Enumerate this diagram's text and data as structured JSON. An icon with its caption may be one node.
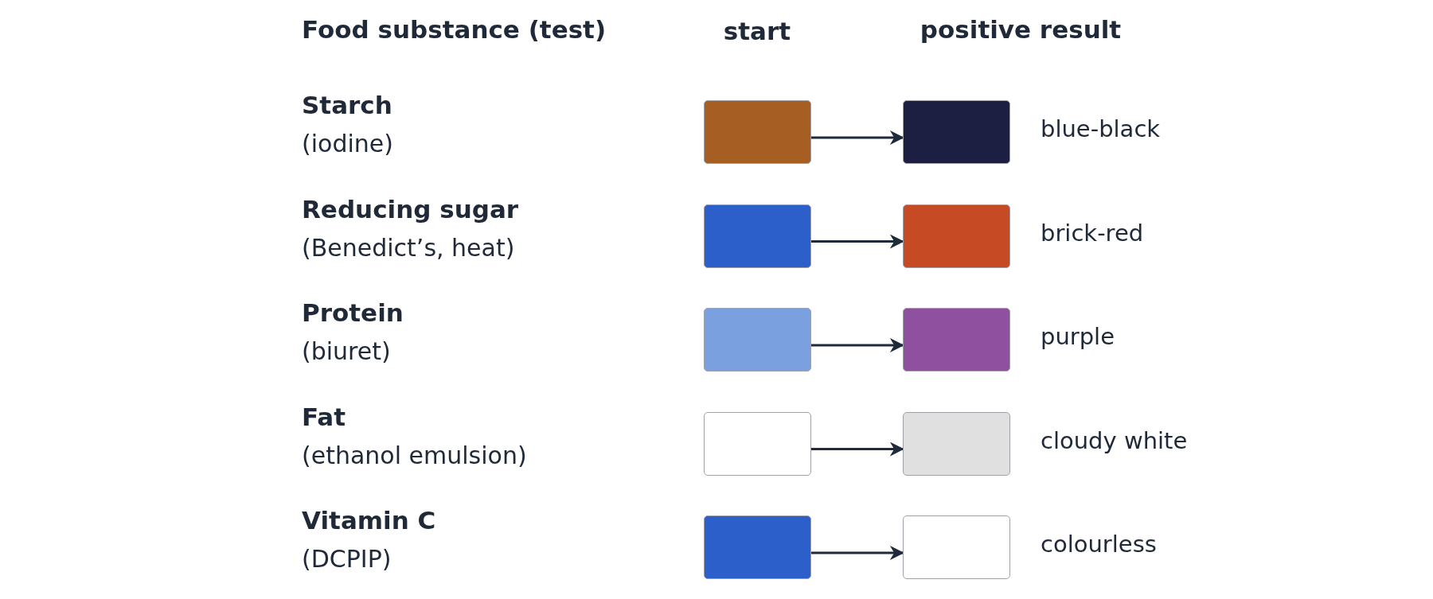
{
  "diagram": {
    "nodes": [
      {
        "text": [],
        "shape": "box"
      },
      {
        "text": [],
        "shape": "box",
        "beside": [
          "blue-black"
        ]
      },
      {
        "text": [],
        "shape": "box"
      },
      {
        "text": [],
        "shape": "box",
        "beside": [
          "brick-red"
        ]
      },
      {
        "text": [],
        "shape": "box"
      },
      {
        "text": [],
        "shape": "box",
        "beside": [
          "purple"
        ]
      },
      {
        "text": [],
        "shape": "box"
      },
      {
        "text": [],
        "shape": "box",
        "beside": [
          "cloudy white"
        ]
      },
      {
        "text": [],
        "shape": "box"
      },
      {
        "text": [],
        "shape": "box",
        "beside": [
          "colourless"
        ]
      }
    ],
    "edges": [
      {
        "from": 0,
        "to": 1,
        "arrow": "to"
      },
      {
        "from": 2,
        "to": 3,
        "arrow": "to"
      },
      {
        "from": 4,
        "to": 5,
        "arrow": "to"
      },
      {
        "from": 6,
        "to": 7,
        "arrow": "to"
      },
      {
        "from": 8,
        "to": 9,
        "arrow": "to"
      }
    ],
    "labels": [
      "Food substance (test)",
      "start",
      "positive result",
      "Starch",
      "(iodine)",
      "Reducing sugar",
      "(Benedict’s, heat)",
      "Protein",
      "(biuret)",
      "Fat",
      "(ethanol emulsion)",
      "Vitamin C",
      "(DCPIP)"
    ]
  }
}
